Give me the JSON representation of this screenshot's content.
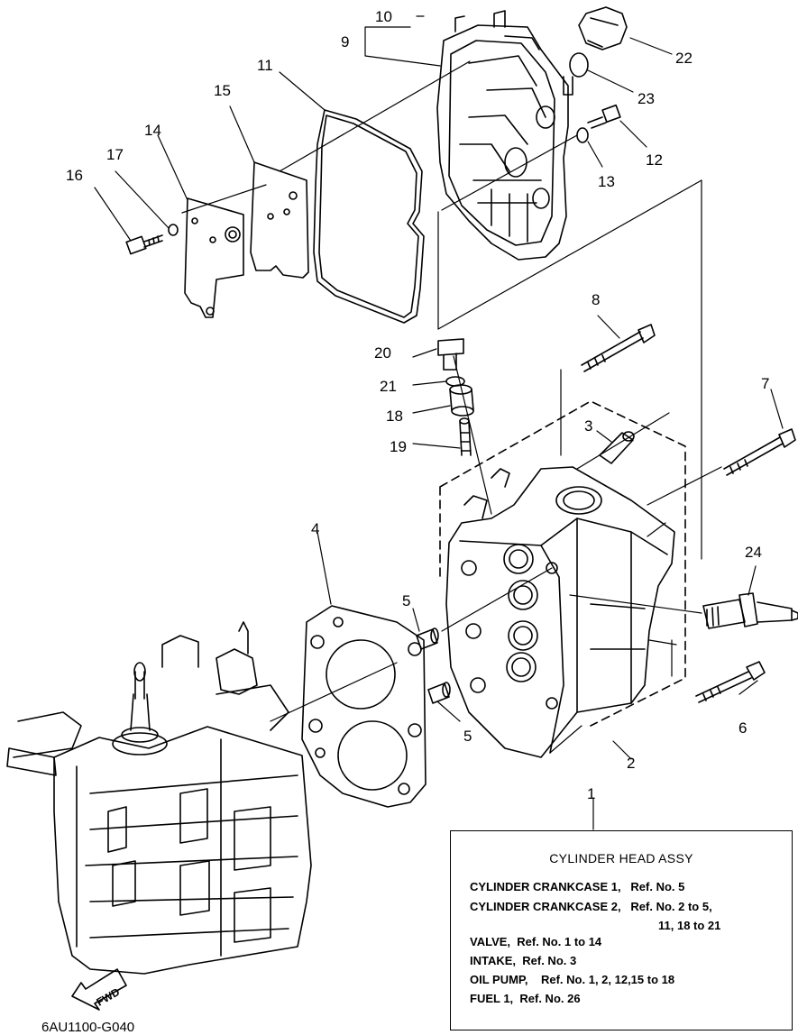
{
  "callouts": {
    "c1": "1",
    "c2": "2",
    "c3": "3",
    "c4": "4",
    "c5a": "5",
    "c5b": "5",
    "c6": "6",
    "c7": "7",
    "c8": "8",
    "c9": "9",
    "c10": "10",
    "c11": "11",
    "c12": "12",
    "c13": "13",
    "c14": "14",
    "c15": "15",
    "c16": "16",
    "c17": "17",
    "c18": "18",
    "c19": "19",
    "c20": "20",
    "c21": "21",
    "c22": "22",
    "c23": "23",
    "c24": "24"
  },
  "fwd_label": "FWD",
  "legend": {
    "title": "CYLINDER HEAD ASSY",
    "lines": [
      "CYLINDER CRANKCASE 1,   Ref. No. 5",
      "CYLINDER CRANKCASE 2,   Ref. No. 2 to 5,",
      "11, 18 to 21",
      "VALVE,  Ref. No. 1 to 14",
      "INTAKE,  Ref. No. 3",
      "OIL PUMP,    Ref. No. 1, 2, 12,15 to 18",
      "FUEL 1,  Ref. No. 26"
    ]
  },
  "figure_code": "6AU1100-G040"
}
